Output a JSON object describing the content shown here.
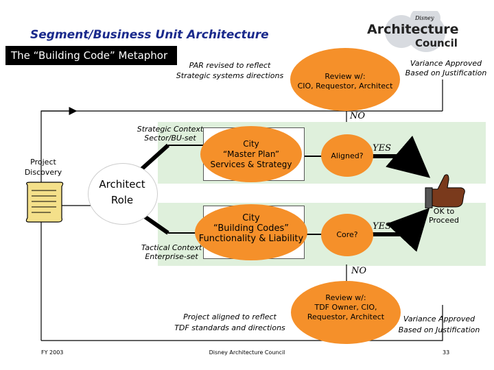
{
  "title": "Segment/Business Unit Architecture",
  "metaphor": "The “Building Code” Metaphor",
  "logo": {
    "brand": "Disney",
    "line1": "Architecture",
    "line2": "Council"
  },
  "par_note": [
    "PAR revised to reflect",
    "Strategic systems directions"
  ],
  "review_top": [
    "Review w/:",
    "CIO, Requestor, Architect"
  ],
  "variance_top": [
    "Variance Approved",
    "Based on Justification"
  ],
  "no_top": "NO",
  "strategic_context": [
    "Strategic Context",
    "Sector/BU-set"
  ],
  "project_discovery": [
    "Project",
    "Discovery"
  ],
  "architect_role": [
    "Architect",
    "Role"
  ],
  "master_plan": [
    "City",
    "“Master Plan”",
    "Services & Strategy"
  ],
  "aligned": "Aligned?",
  "yes_top": "YES",
  "ok_proceed": [
    "OK to",
    "Proceed"
  ],
  "building_codes": [
    "City",
    "“Building Codes”",
    "Functionality & Liability"
  ],
  "tactical_context": [
    "Tactical Context",
    "Enterprise-set"
  ],
  "core": "Core?",
  "yes_bottom": "YES",
  "no_bottom": "NO",
  "review_bottom": [
    "Review w/:",
    "TDF Owner, CIO,",
    "Requestor, Architect"
  ],
  "project_aligned": [
    "Project aligned to reflect",
    "TDF standards and directions"
  ],
  "variance_bottom": [
    "Variance Approved",
    "Based on Justification"
  ],
  "footer": {
    "left": "FY 2003",
    "center": "Disney Architecture Council",
    "page": "33"
  }
}
